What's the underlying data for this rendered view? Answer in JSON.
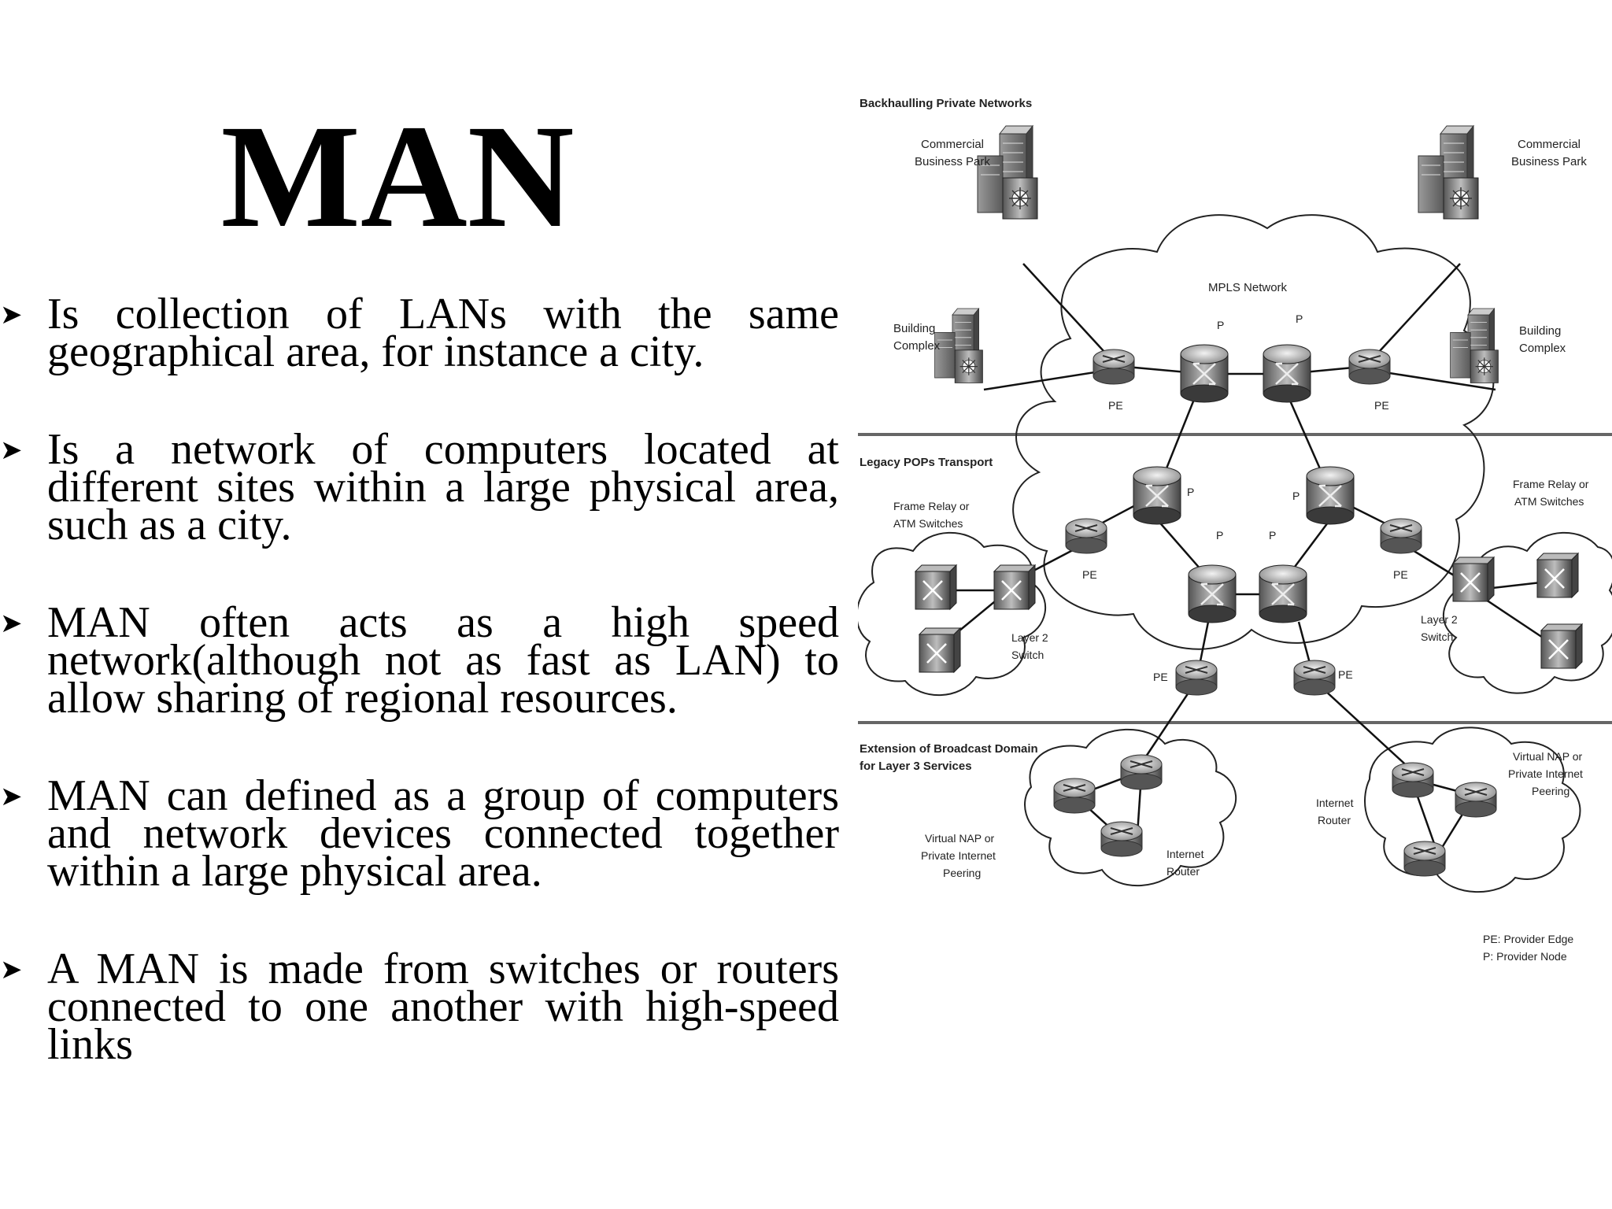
{
  "slide": {
    "title": "MAN",
    "bullets": [
      "Is collection of LANs with the same geographical area, for instance a city.",
      "Is a network of computers located at different sites within a large physical area, such as a city.",
      "MAN often acts as a high speed network(although not as fast as LAN) to allow sharing of regional resources.",
      "MAN can defined as a group of computers and network devices connected together within a large physical area.",
      "A MAN is made from switches or routers connected to one another with high-speed links"
    ]
  },
  "diagram": {
    "sections": {
      "backhaul": "Backhaulling Private Networks",
      "legacy": "Legacy POPs Transport",
      "extension_line1": "Extension of Broadcast Domain",
      "extension_line2": "for Layer 3 Services"
    },
    "labels": {
      "commercial_line1": "Commercial",
      "commercial_line2": "Business Park",
      "building_line1": "Building",
      "building_line2": "Complex",
      "mpls": "MPLS Network",
      "pe": "PE",
      "p": "P",
      "frame_line1": "Frame Relay or",
      "frame_line2": "ATM Switches",
      "layer2_line1": "Layer 2",
      "layer2_line2": "Switch",
      "vnap_line1": "Virtual NAP or",
      "vnap_line2": "Private Internet",
      "vnap_line3": "Peering",
      "inet_line1": "Internet",
      "inet_line2": "Router"
    },
    "legend": {
      "pe": "PE: Provider Edge",
      "p": "P: Provider Node"
    }
  }
}
